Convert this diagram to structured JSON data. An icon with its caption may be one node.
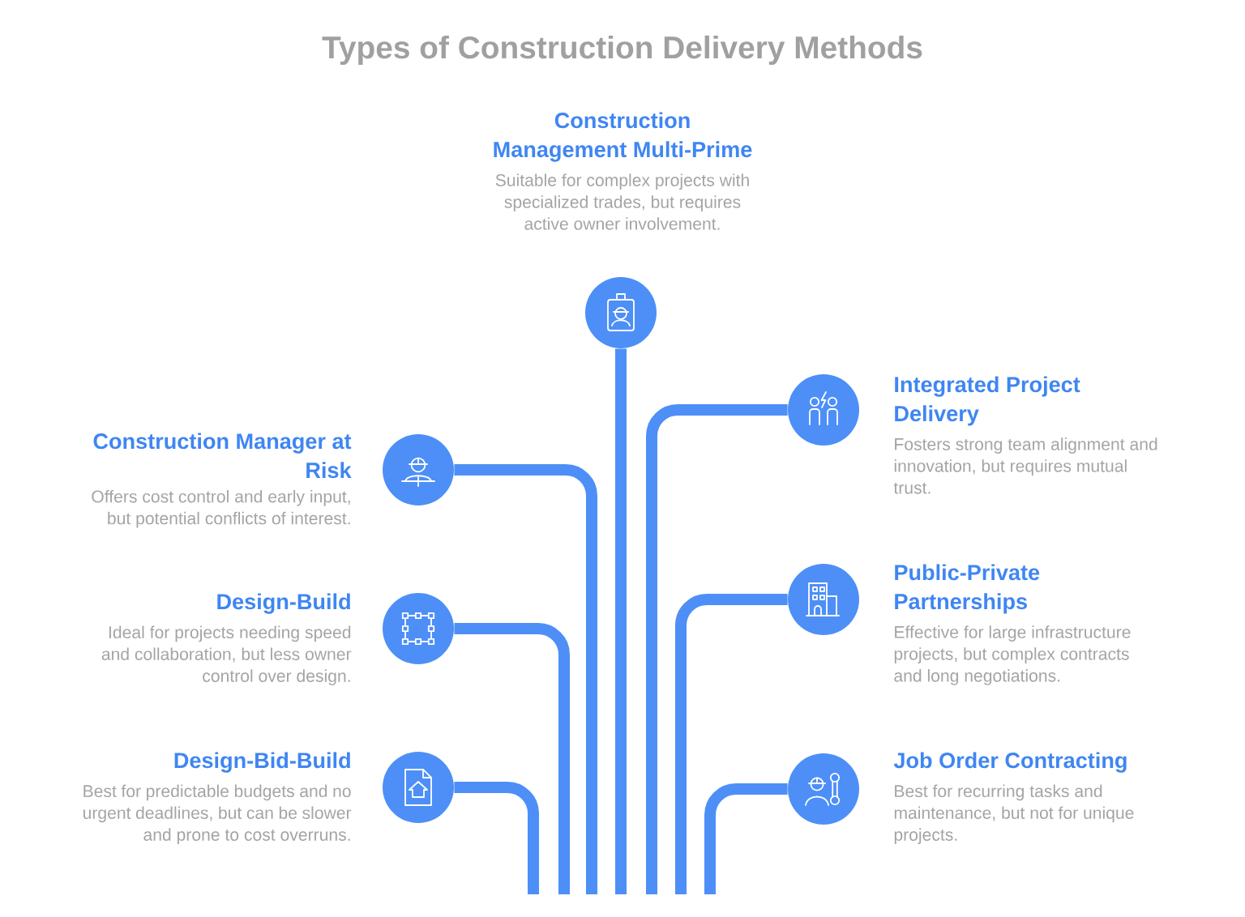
{
  "diagram": {
    "title": "Types of Construction Delivery Methods",
    "nodes": [
      {
        "text": [],
        "shape": "circle",
        "beside": [
          "Construction Management Multi-Prime",
          "Suitable for complex projects with specialized trades, but requires active owner involvement."
        ]
      },
      {
        "text": [],
        "shape": "circle",
        "beside": [
          "Integrated Project Delivery",
          "Fosters strong team alignment and innovation, but requires mutual trust."
        ]
      },
      {
        "text": [],
        "shape": "circle",
        "beside": [
          "Construction Manager at Risk",
          "Offers cost control and early input, but potential conflicts of interest."
        ]
      },
      {
        "text": [],
        "shape": "circle",
        "beside": [
          "Public-Private Partnerships",
          "Effective for large infrastructure projects, but complex contracts and long negotiations."
        ]
      },
      {
        "text": [],
        "shape": "circle",
        "beside": [
          "Design-Build",
          "Ideal for projects needing speed and collaboration, but less owner control over design."
        ]
      },
      {
        "text": [],
        "shape": "circle",
        "beside": [
          "Design-Bid-Build",
          "Best for predictable budgets and no urgent deadlines, but can be slower and prone to cost overruns."
        ]
      },
      {
        "text": [],
        "shape": "circle",
        "beside": [
          "Job Order Contracting",
          "Best for recurring tasks and maintenance, but not for unique projects."
        ]
      }
    ],
    "edges": [
      {
        "from": null,
        "to": 0,
        "arrow": "none"
      },
      {
        "from": null,
        "to": 1,
        "arrow": "none"
      },
      {
        "from": null,
        "to": 2,
        "arrow": "none"
      },
      {
        "from": null,
        "to": 3,
        "arrow": "none"
      },
      {
        "from": null,
        "to": 4,
        "arrow": "none"
      },
      {
        "from": null,
        "to": 5,
        "arrow": "none"
      },
      {
        "from": null,
        "to": 6,
        "arrow": "none"
      }
    ]
  }
}
